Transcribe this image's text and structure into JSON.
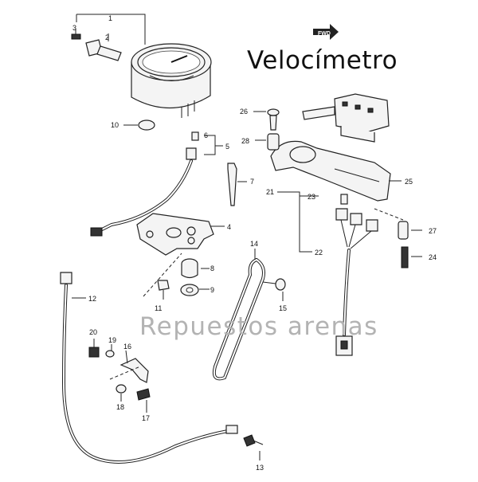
{
  "title": "Velocímetro",
  "watermark": "Repuestos arenas",
  "fwd_label": "FWD",
  "callouts": [
    "1",
    "2",
    "3",
    "4",
    "5",
    "6",
    "7",
    "8",
    "9",
    "10",
    "11",
    "12",
    "13",
    "14",
    "15",
    "16",
    "17",
    "18",
    "19",
    "20",
    "21",
    "22",
    "23",
    "24",
    "25",
    "26",
    "27",
    "28"
  ]
}
